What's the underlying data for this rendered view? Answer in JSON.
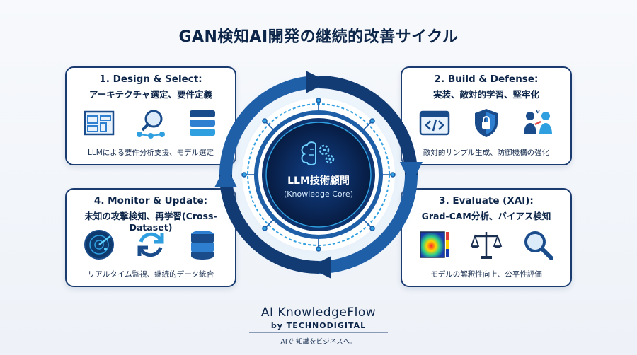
{
  "title": "GAN検知AI開発の継続的改善サイクル",
  "center": {
    "line1": "LLM技術顧問",
    "line2": "(Knowledge Core)"
  },
  "cards": [
    {
      "heading": "1. Design & Select:",
      "subheading": "アーキテクチャ選定、要件定義",
      "footer": "LLMによる要件分析支援、モデル選定",
      "icons": [
        "blueprint-icon",
        "search-network-icon",
        "database-stack-icon"
      ]
    },
    {
      "heading": "2. Build & Defense:",
      "subheading": "実装、敵対的学習、堅牢化",
      "footer": "敵対的サンプル生成、防御機構の強化",
      "icons": [
        "code-window-icon",
        "shield-lock-icon",
        "people-sparring-icon"
      ]
    },
    {
      "heading": "3. Evaluate (XAI):",
      "subheading": "Grad-CAM分析、バイアス検知",
      "footer": "モデルの解釈性向上、公平性評価",
      "icons": [
        "heatmap-icon",
        "balance-scale-icon",
        "magnifier-icon"
      ]
    },
    {
      "heading": "4. Monitor & Update:",
      "subheading": "未知の攻撃検知、再学習(Cross-Dataset)",
      "footer": "リアルタイム監視、継続的データ統合",
      "icons": [
        "radar-icon",
        "refresh-cycle-icon",
        "database-cylinders-icon"
      ]
    }
  ],
  "brand": {
    "name": "AI KnowledgeFlow",
    "by": "by TECHNODIGITAL",
    "tagline": "AIで 知識をビジネスへ。"
  },
  "colors": {
    "navy": "#0c2548",
    "cycle_dark": "#123a73",
    "cycle_mid": "#1e5fa8",
    "accent": "#2f9fe0",
    "core": "#0a2a5c"
  }
}
